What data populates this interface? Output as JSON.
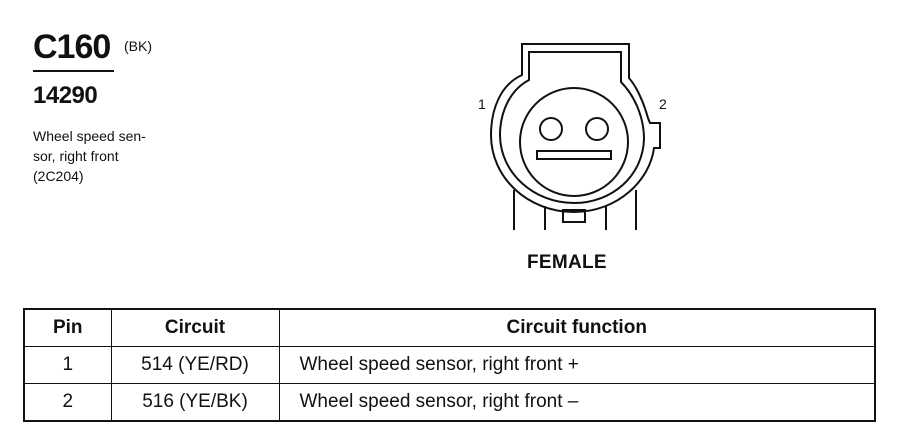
{
  "header": {
    "connector_id": "C160",
    "color_code": "(BK)",
    "part_number": "14290",
    "description_lines": [
      "Wheel speed sen-",
      "sor, right front",
      "(2C204)"
    ]
  },
  "diagram": {
    "pin_labels": [
      "1",
      "2"
    ],
    "gender": "FEMALE"
  },
  "table": {
    "headers": [
      "Pin",
      "Circuit",
      "Circuit function"
    ],
    "rows": [
      {
        "pin": "1",
        "circuit": "514 (YE/RD)",
        "function": "Wheel speed sensor, right front  +"
      },
      {
        "pin": "2",
        "circuit": "516 (YE/BK)",
        "function": "Wheel speed sensor, right front  –"
      }
    ]
  }
}
